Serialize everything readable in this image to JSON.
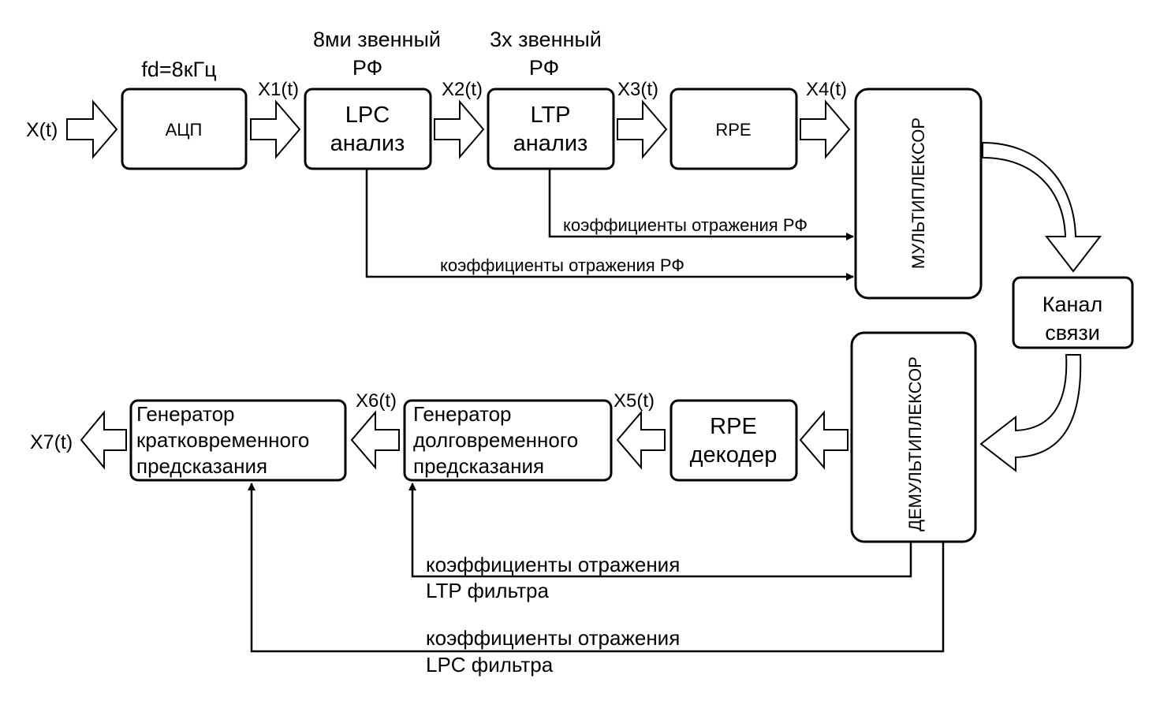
{
  "blocks": {
    "adc": "АЦП",
    "lpc": [
      "LPC",
      "анализ"
    ],
    "ltp": [
      "LTP",
      "анализ"
    ],
    "rpe": "RPE",
    "mux": "МУЛЬТИПЛЕКСОР",
    "channel": [
      "Канал",
      "связи"
    ],
    "demux": "ДЕМУЛЬТИПЛЕКСОР",
    "rpe_decoder": [
      "RPE",
      "декодер"
    ],
    "ltp_gen": [
      "Генератор",
      "долговременного",
      "предсказания"
    ],
    "stp_gen": [
      "Генератор",
      "кратковременного",
      "предсказания"
    ]
  },
  "headers": {
    "fd": "fd=8кГц",
    "lpc_filter": [
      "8ми звенный",
      "РФ"
    ],
    "ltp_filter": [
      "3х звенный",
      "РФ"
    ]
  },
  "signals": [
    "X(t)",
    "X1(t)",
    "X2(t)",
    "X3(t)",
    "X4(t)",
    "X5(t)",
    "X6(t)",
    "X7(t)"
  ],
  "wire_labels": {
    "ltp_coef_tx": "коэффициенты отражения РФ",
    "lpc_coef_tx": "коэффициенты отражения РФ",
    "ltp_coef_rx": [
      "коэффициенты отражения",
      "LTP фильтра"
    ],
    "lpc_coef_rx": [
      "коэффициенты отражения",
      "LPC фильтра"
    ]
  }
}
